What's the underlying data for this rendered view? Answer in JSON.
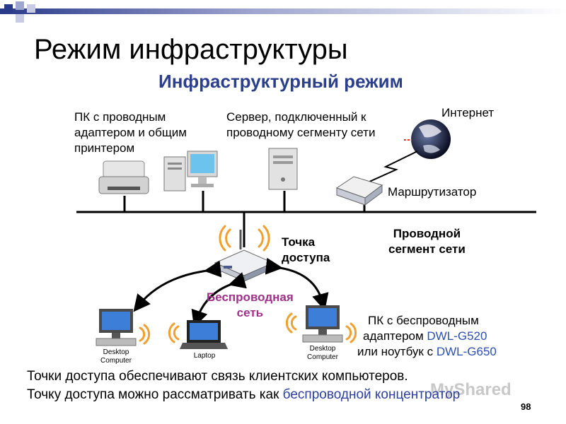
{
  "slide_title": "Режим инфраструктуры",
  "diagram_title": "Инфраструктурный режим",
  "labels": {
    "wired_pc": "ПК с проводным\nадаптером и общим\nпринтером",
    "server": "Сервер, подключенный к\nпроводному сегменту сети",
    "internet": "Интернет",
    "router": "Маршрутизатор",
    "access_point": "Точка\nдоступа",
    "wired_segment": "Проводной\nсегмент сети",
    "wireless_network": "Беспроводная\nсеть",
    "desktop_left": "Desktop\nComputer",
    "laptop": "Laptop",
    "desktop_right": "Desktop\nComputer",
    "wireless_pc_line1": "ПК с беспроводным",
    "wireless_pc_line2_prefix": "адаптером ",
    "wireless_pc_model1": "DWL-G520",
    "wireless_pc_line3_prefix": "или ноутбук с ",
    "wireless_pc_model2": "DWL-G650"
  },
  "bottom": {
    "line1": "Точки доступа обеспечивают связь клиентских компьютеров.",
    "line2_prefix": "Точку доступа можно рассматривать как ",
    "line2_highlight": "беспроводной концентратор"
  },
  "watermark": "MyShared",
  "page_number": "98",
  "colors": {
    "diagram_title": "#2b3f8c",
    "wireless_label": "#a0308a",
    "model_text": "#2b4fb0",
    "highlight": "#2b3f9e"
  }
}
